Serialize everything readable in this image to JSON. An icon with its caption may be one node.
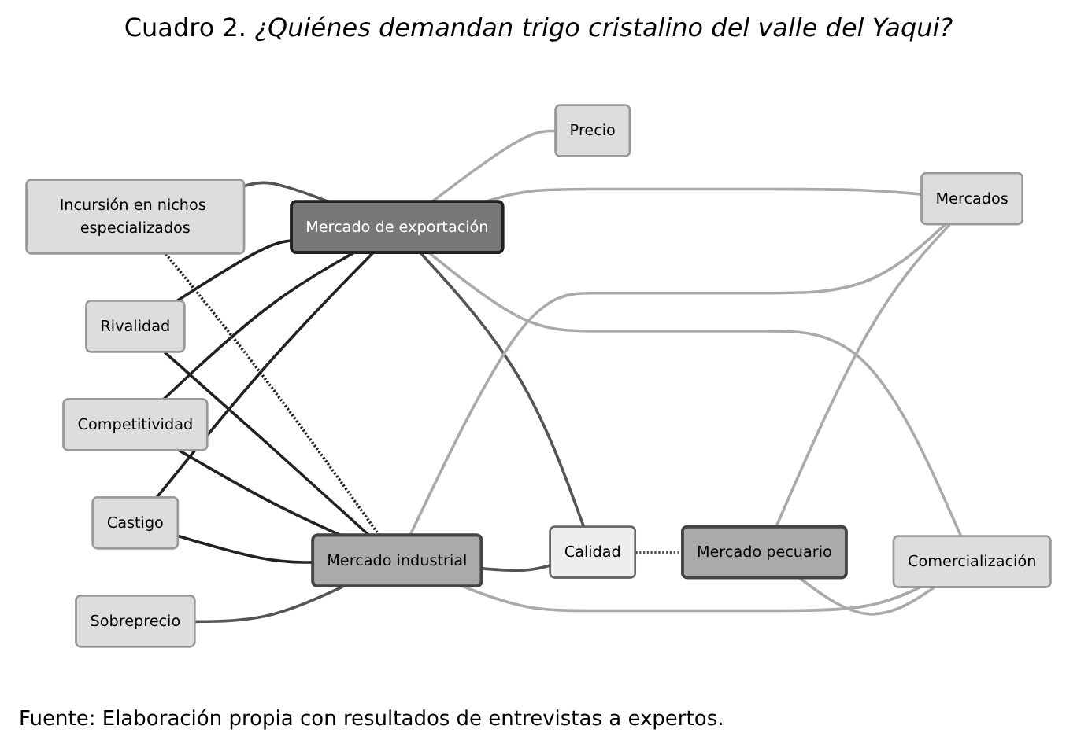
{
  "diagram": {
    "title": "Cuadro 2. *¿Quiénes demandan trigo cristalino del valle del Yaqui?*",
    "caption": "Fuente: Elaboración propia con resultados de entrevistas a expertos.",
    "nodes": [
      {
        "text": [
          "Incursión en nichos especializados"
        ]
      },
      {
        "text": [
          "Rivalidad"
        ]
      },
      {
        "text": [
          "Competitividad"
        ]
      },
      {
        "text": [
          "Castigo"
        ]
      },
      {
        "text": [
          "Mercado de exportación"
        ]
      },
      {
        "text": [
          "Precio"
        ]
      },
      {
        "text": [
          "Mercado industrial"
        ]
      },
      {
        "text": [
          "Sobreprecio"
        ]
      },
      {
        "text": [
          "Calidad"
        ]
      },
      {
        "text": [
          "Mercados"
        ]
      },
      {
        "text": [
          "Mercado pecuario"
        ]
      },
      {
        "text": [
          "Comercialización"
        ]
      }
    ],
    "edges": [
      {
        "from": 0,
        "to": 4,
        "arrow": "none",
        "color": "#555555"
      },
      {
        "from": 0,
        "to": 6,
        "arrow": "none",
        "style": "dashed"
      },
      {
        "from": 1,
        "to": 4,
        "arrow": "none"
      },
      {
        "from": 1,
        "to": 6,
        "arrow": "none"
      },
      {
        "from": 2,
        "to": 4,
        "arrow": "none"
      },
      {
        "from": 2,
        "to": 6,
        "arrow": "none"
      },
      {
        "from": 3,
        "to": 6,
        "arrow": "none"
      },
      {
        "from": 3,
        "to": 4,
        "arrow": "none"
      },
      {
        "from": 4,
        "to": 5,
        "arrow": "none",
        "color": "#aaaaaa"
      },
      {
        "from": 4,
        "to": 8,
        "arrow": "none",
        "color": "#555555"
      },
      {
        "from": 4,
        "to": 9,
        "arrow": "none",
        "color": "#aaaaaa"
      },
      {
        "from": 4,
        "to": 11,
        "arrow": "none",
        "color": "#aaaaaa"
      },
      {
        "from": 7,
        "to": 6,
        "arrow": "none",
        "color": "#555555"
      },
      {
        "from": 6,
        "to": 8,
        "arrow": "none",
        "color": "#555555"
      },
      {
        "from": 6,
        "to": 9,
        "arrow": "none",
        "color": "#aaaaaa"
      },
      {
        "from": 6,
        "to": 11,
        "arrow": "none",
        "color": "#aaaaaa"
      },
      {
        "from": 8,
        "to": 10,
        "arrow": "none",
        "style": "dashed",
        "color": "#555555"
      },
      {
        "from": 10,
        "to": 9,
        "arrow": "none",
        "color": "#aaaaaa"
      },
      {
        "from": 10,
        "to": 11,
        "arrow": "none",
        "color": "#aaaaaa"
      }
    ]
  }
}
